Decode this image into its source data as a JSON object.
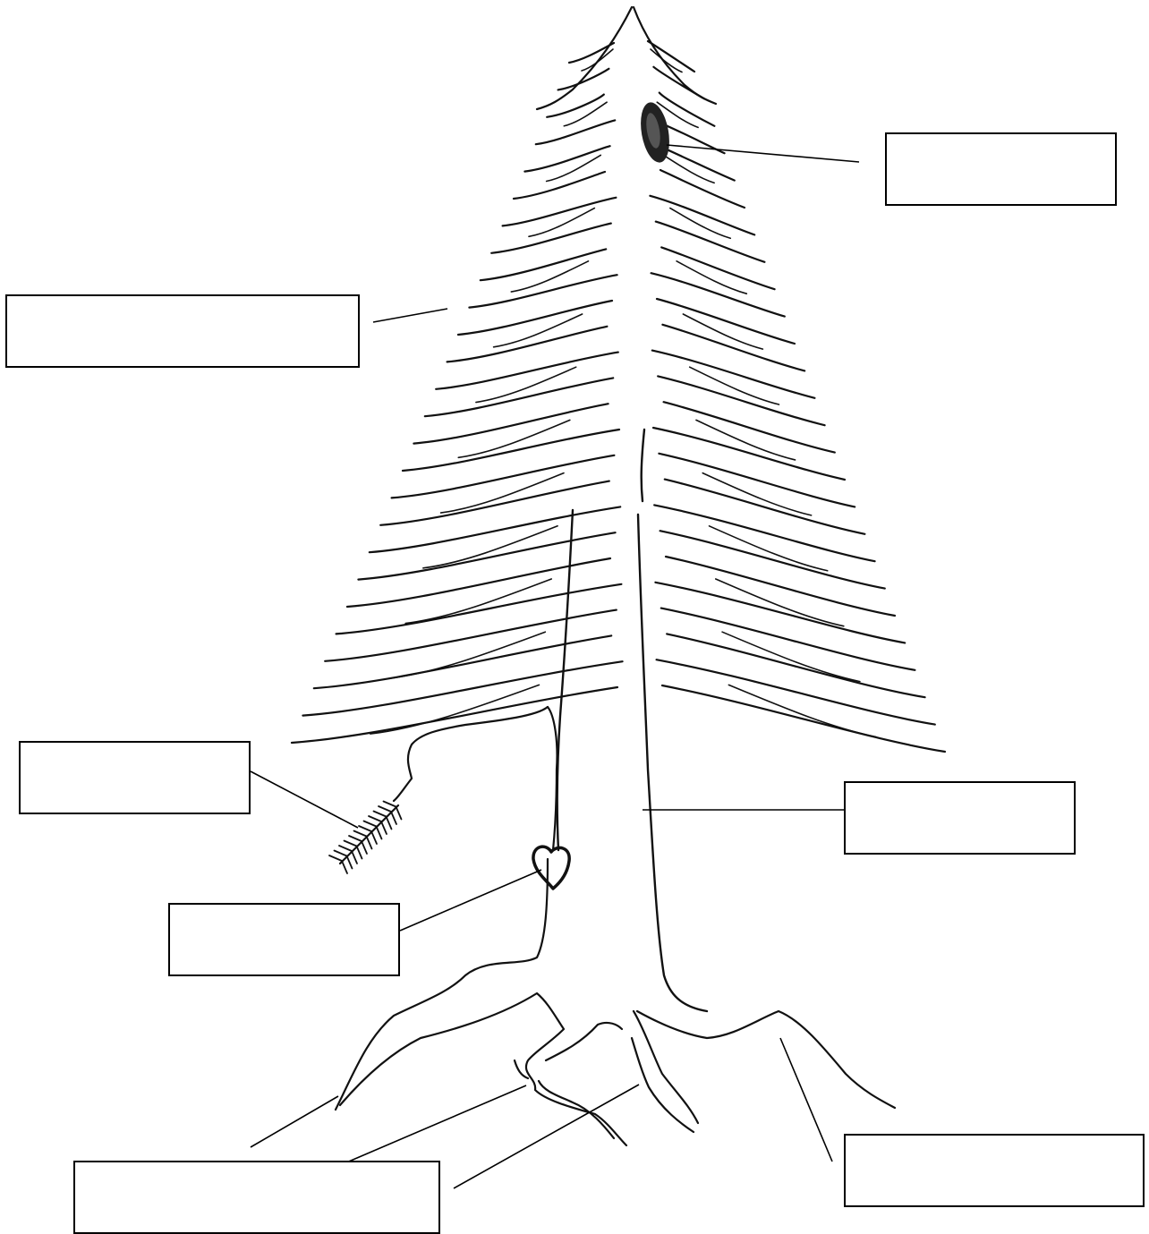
{
  "diagram": {
    "labels": [
      {
        "id": "pine-cone",
        "text": ""
      },
      {
        "id": "branch-needles",
        "text": ""
      },
      {
        "id": "needle",
        "text": ""
      },
      {
        "id": "trunk",
        "text": ""
      },
      {
        "id": "carving",
        "text": ""
      },
      {
        "id": "roots-left",
        "text": ""
      },
      {
        "id": "root-right",
        "text": ""
      }
    ]
  }
}
